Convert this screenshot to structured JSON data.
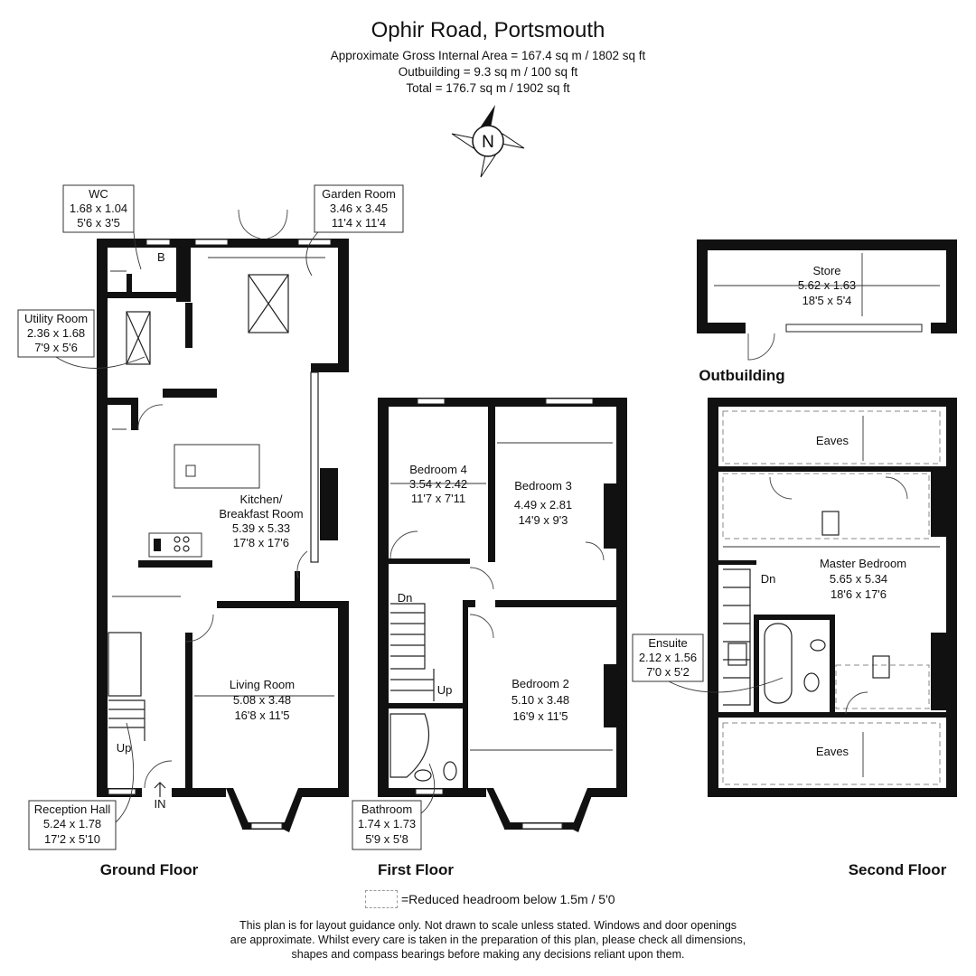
{
  "header": {
    "title": "Ophir Road, Portsmouth",
    "area_lines": [
      "Approximate Gross Internal Area = 167.4 sq m / 1802 sq ft",
      "Outbuilding = 9.3 sq m / 100 sq ft",
      "Total = 176.7 sq m / 1902 sq ft"
    ]
  },
  "compass": {
    "label": "N"
  },
  "floors": {
    "ground": "Ground Floor",
    "first": "First Floor",
    "second": "Second Floor",
    "outbuilding": "Outbuilding"
  },
  "rooms": {
    "wc": {
      "name": "WC",
      "metric": "1.68 x 1.04",
      "imperial": "5'6 x 3'5"
    },
    "garden_room": {
      "name": "Garden Room",
      "metric": "3.46 x 3.45",
      "imperial": "11'4 x 11'4"
    },
    "utility_room": {
      "name": "Utility Room",
      "metric": "2.36 x 1.68",
      "imperial": "7'9 x 5'6"
    },
    "kitchen": {
      "name1": "Kitchen/",
      "name2": "Breakfast Room",
      "metric": "5.39 x 5.33",
      "imperial": "17'8 x 17'6"
    },
    "living_room": {
      "name": "Living Room",
      "metric": "5.08 x 3.48",
      "imperial": "16'8 x 11'5"
    },
    "reception_hall": {
      "name": "Reception Hall",
      "metric": "5.24 x 1.78",
      "imperial": "17'2 x 5'10"
    },
    "bedroom4": {
      "name": "Bedroom 4",
      "metric": "3.54 x 2.42",
      "imperial": "11'7 x 7'11"
    },
    "bedroom3": {
      "name": "Bedroom 3",
      "metric": "4.49 x 2.81",
      "imperial": "14'9 x 9'3"
    },
    "bedroom2": {
      "name": "Bedroom 2",
      "metric": "5.10 x 3.48",
      "imperial": "16'9 x 11'5"
    },
    "bathroom": {
      "name": "Bathroom",
      "metric": "1.74 x 1.73",
      "imperial": "5'9 x 5'8"
    },
    "store": {
      "name": "Store",
      "metric": "5.62 x 1.63",
      "imperial": "18'5 x 5'4"
    },
    "eaves_top": {
      "name": "Eaves"
    },
    "eaves_bottom": {
      "name": "Eaves"
    },
    "master_bedroom": {
      "name": "Master Bedroom",
      "metric": "5.65 x 5.34",
      "imperial": "18'6 x 17'6"
    },
    "ensuite": {
      "name": "Ensuite",
      "metric": "2.12 x 1.56",
      "imperial": "7'0 x 5'2"
    }
  },
  "markers": {
    "boiler": "B",
    "up_ground": "Up",
    "in": "IN",
    "dn_first": "Dn",
    "up_first": "Up",
    "dn_second": "Dn"
  },
  "legend": {
    "text": "=Reduced headroom below 1.5m / 5'0"
  },
  "disclaimer": [
    "This plan is for layout guidance only. Not drawn to scale unless stated. Windows and door openings",
    "are approximate. Whilst every care is taken in the preparation of this plan, please check all dimensions,",
    "shapes and compass bearings before making any decisions reliant upon them."
  ]
}
